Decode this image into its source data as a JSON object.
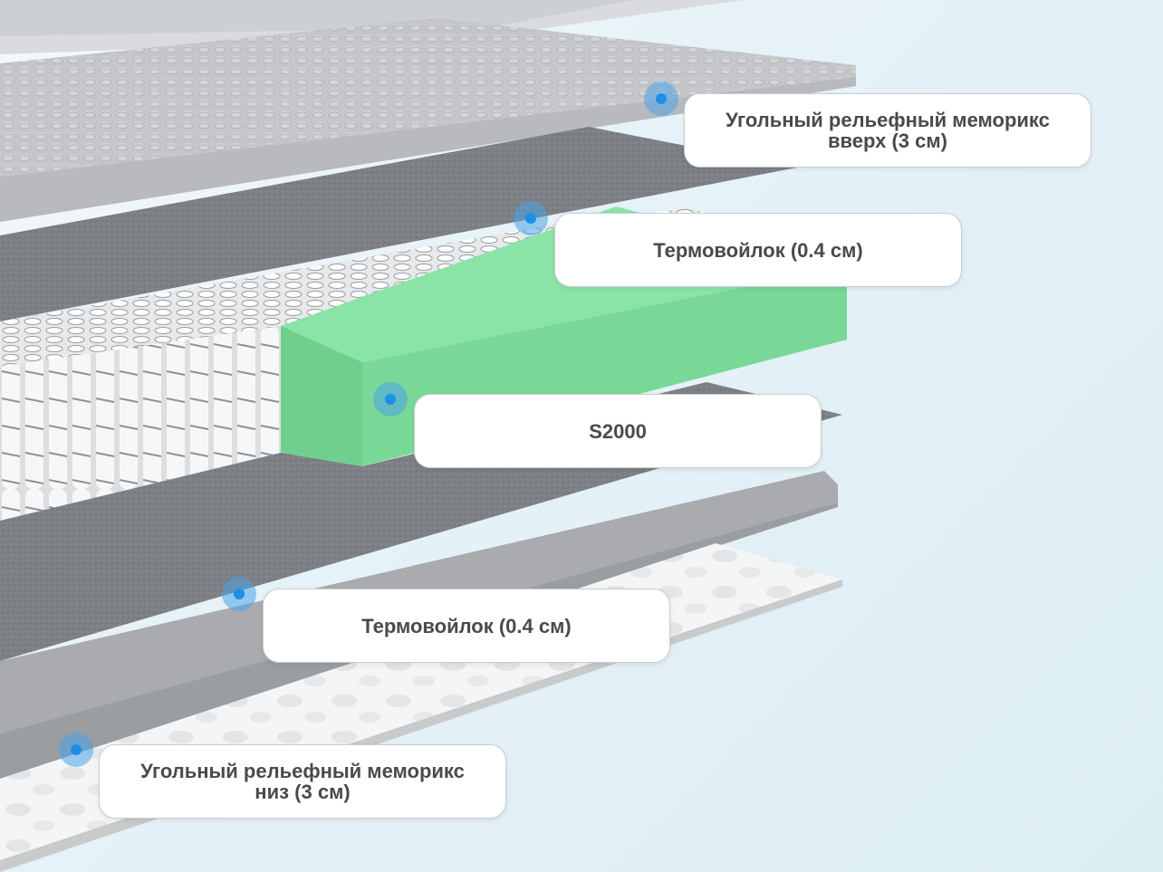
{
  "colors": {
    "memorix_top": "#c7c9cc",
    "felt": "#7d8084",
    "spring": "#f1f2f3",
    "s2000_green": "#7fdc9e",
    "memorix_bottom": "#f3f4f5",
    "marker_blue": "#1e8ee6"
  },
  "layers": [
    {
      "id": "memorix-top",
      "label": "Угольный рельефный меморикс\nвверх (3 см)"
    },
    {
      "id": "felt-top",
      "label": "Термовойлок (0.4 см)"
    },
    {
      "id": "s2000",
      "label": "S2000"
    },
    {
      "id": "felt-bottom",
      "label": "Термовойлок (0.4 см)"
    },
    {
      "id": "memorix-bottom",
      "label": "Угольный рельефный меморикс\nниз (3 см)"
    }
  ]
}
